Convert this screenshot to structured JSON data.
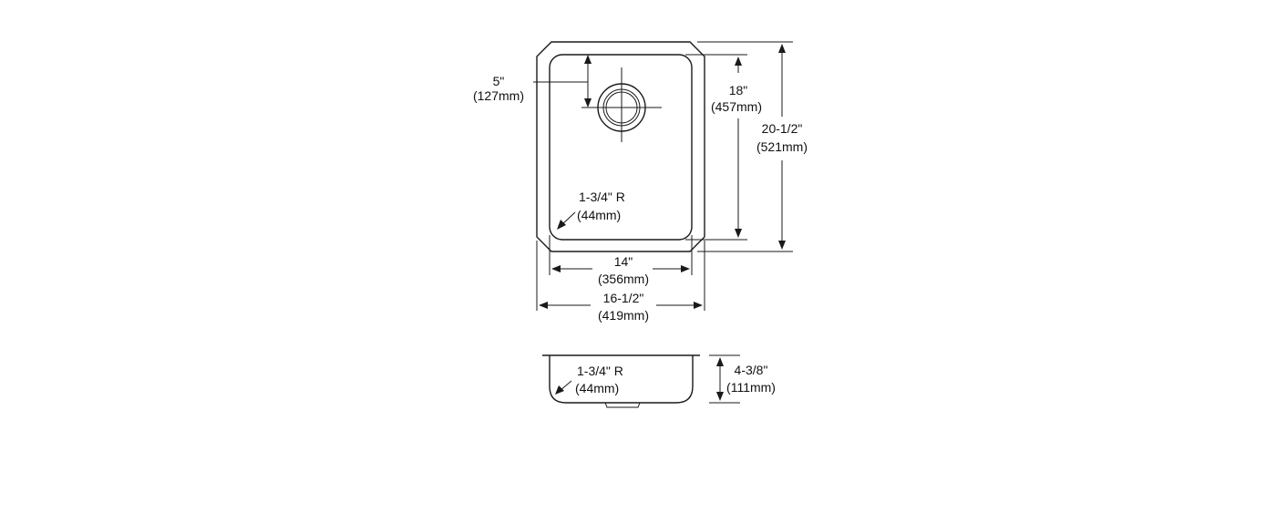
{
  "labels": {
    "drain_offset_in": "5\"",
    "drain_offset_mm": "(127mm)",
    "bowl_length_in": "18\"",
    "bowl_length_mm": "(457mm)",
    "overall_length_in": "20-1/2\"",
    "overall_length_mm": "(521mm)",
    "corner_radius_in": "1-3/4\" R",
    "corner_radius_mm": "(44mm)",
    "bowl_width_in": "14\"",
    "bowl_width_mm": "(356mm)",
    "overall_width_in": "16-1/2\"",
    "overall_width_mm": "(419mm)",
    "side_radius_in": "1-3/4\" R",
    "side_radius_mm": "(44mm)",
    "depth_in": "4-3/8\"",
    "depth_mm": "(111mm)"
  },
  "colors": {
    "line": "#1a1a1a",
    "text": "#111111",
    "background": "#ffffff"
  }
}
